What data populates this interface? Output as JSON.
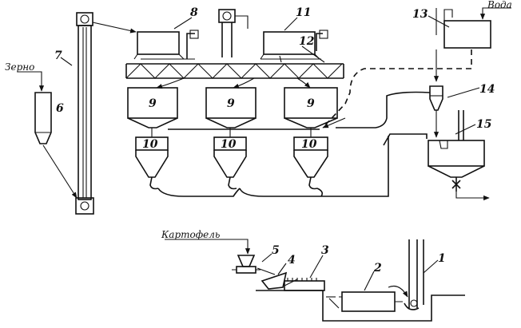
{
  "inputs": {
    "grain": "Зерно",
    "water": "Вода",
    "potato": "Картофель"
  },
  "numbers": {
    "n1": "1",
    "n2": "2",
    "n3": "3",
    "n4": "4",
    "n5": "5",
    "n6": "6",
    "n7": "7",
    "n8": "8",
    "n9a": "9",
    "n9b": "9",
    "n9c": "9",
    "n10a": "10",
    "n10b": "10",
    "n10c": "10",
    "n11": "11",
    "n12": "12",
    "n13": "13",
    "n14": "14",
    "n15": "15"
  }
}
